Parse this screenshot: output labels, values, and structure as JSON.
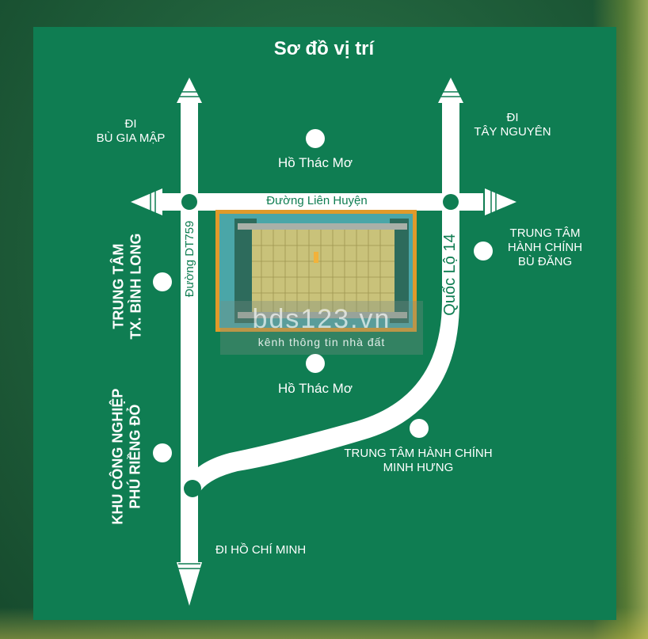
{
  "title": "Sơ đồ vị trí",
  "labels": {
    "bu_gia_map": [
      "ĐI",
      "BÙ GIA MẬP"
    ],
    "tay_nguyen": [
      "ĐI",
      "TÂY NGUYÊN"
    ],
    "ho_thac_mo_top": "Hồ Thác Mơ",
    "ho_thac_mo_bottom": "Hồ Thác Mơ",
    "duong_lien_huyen": "Đường Liên Huyện",
    "duong_dt759": "Đường DT759",
    "quoc_lo_14": "Quốc Lộ 14",
    "trung_tam_bu_dang": [
      "TRUNG TÂM",
      "HÀNH CHÍNH",
      "BÙ ĐĂNG"
    ],
    "trung_tam_binh_long": [
      "TRUNG TÂM",
      "TX. BÌNH LONG"
    ],
    "khu_cong_nghiep": [
      "KHU CÔNG NGHIỆP",
      "PHÚ RIỀNG ĐỎ"
    ],
    "trung_tam_minh_hung": [
      "TRUNG TÂM HÀNH CHÍNH",
      "MINH HƯNG"
    ],
    "di_ho_chi_minh": "ĐI HỒ CHÍ MINH"
  },
  "watermark": {
    "brand": "bds123.vn",
    "tagline": "kênh thông tin nhà đất"
  },
  "colors": {
    "panel": "#0f7d52",
    "road": "#ffffff",
    "plan_frame": "#e09a2a",
    "plan_fill": "#c9c27a"
  }
}
